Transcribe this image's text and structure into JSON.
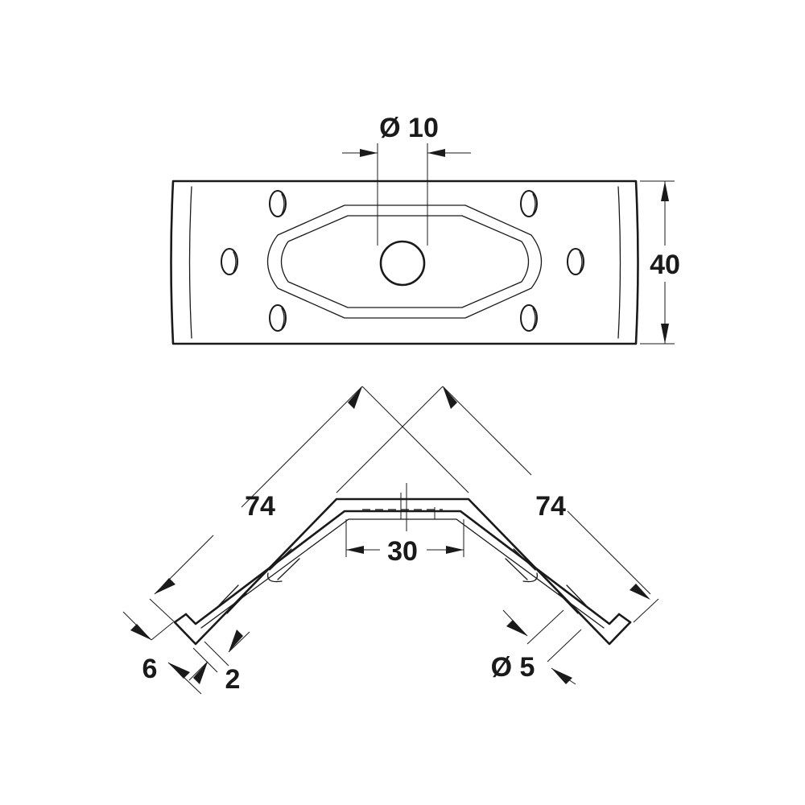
{
  "dimensions": {
    "hole_diameter": "Ø 10",
    "height": "40",
    "leg_left": "74",
    "leg_right": "74",
    "base_width": "30",
    "edge_offset": "6",
    "thickness": "2",
    "screw_hole_diameter": "Ø 5"
  },
  "colors": {
    "line": "#1a1a1a",
    "background": "#ffffff"
  }
}
